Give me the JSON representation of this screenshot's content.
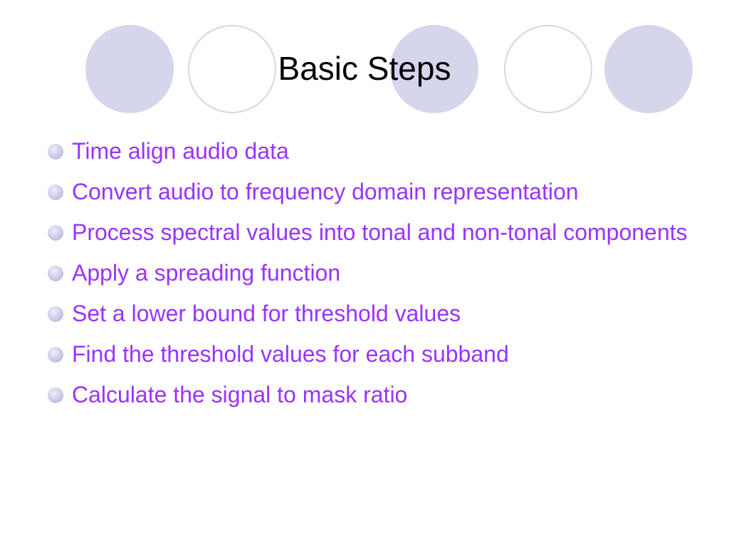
{
  "slide": {
    "title": "Basic Steps",
    "bullets": [
      "Time align audio data",
      "Convert audio to frequency domain representation",
      "Process spectral values into tonal and non-tonal components",
      "Apply a spreading function",
      "Set a lower bound for threshold values",
      "Find the threshold values for each subband",
      "Calculate the signal to mask ratio"
    ]
  },
  "colors": {
    "bullet_text": "#9933ff",
    "circle_fill": "#d5d5ec",
    "title_text": "#000000"
  }
}
